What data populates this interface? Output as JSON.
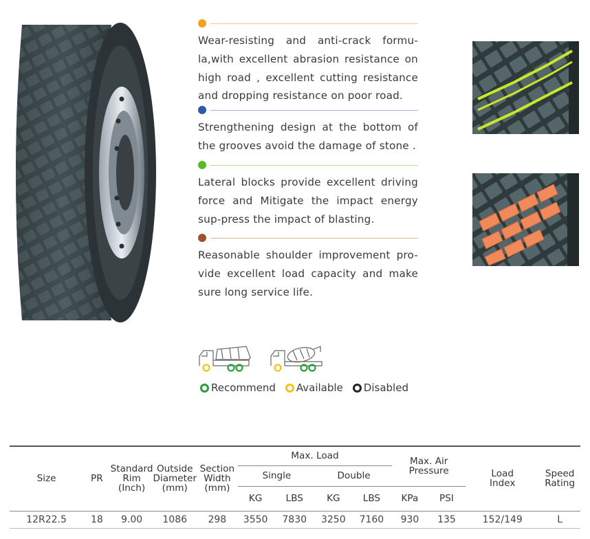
{
  "features": [
    {
      "color": "#f2a31c",
      "text": "Wear-resisting and anti-crack formu-la,with excellent abrasion resistance on high road , excellent cutting resistance and dropping resistance on poor road."
    },
    {
      "color": "#2e5aa8",
      "text": "Strengthening design at the bottom of the grooves avoid the damage of stone ."
    },
    {
      "color": "#5cb82a",
      "text": "Lateral blocks provide excellent driving force and Mitigate the impact energy sup-press the  impact of blasting."
    },
    {
      "color": "#a0522d",
      "text": "Reasonable shoulder improvement pro-vide excellent load capacity and make sure long service  life."
    }
  ],
  "colors": {
    "recommend": "#2a9d3a",
    "available": "#f2c318",
    "disabled": "#222222",
    "tread_highlight_green": "#c8e62a",
    "tread_highlight_orange": "#f08a5a"
  },
  "icons": [
    "tire-icon",
    "dump-truck-icon",
    "mixer-truck-icon"
  ],
  "legend": {
    "recommend": "Recommend",
    "available": "Available",
    "disabled": "Disabled"
  },
  "table": {
    "headers": {
      "size": "Size",
      "pr": "PR",
      "rim_1": "Standard",
      "rim_2": "Rim",
      "rim_3": "(Inch)",
      "od_1": "Outside",
      "od_2": "Diameter",
      "od_3": "(mm)",
      "sw_1": "Section",
      "sw_2": "Width",
      "sw_3": "(mm)",
      "max_load": "Max. Load",
      "single": "Single",
      "double": "Double",
      "kg": "KG",
      "lbs": "LBS",
      "max_air": "Max. Air Pressure",
      "kpa": "KPa",
      "psi": "PSI",
      "li_1": "Load",
      "li_2": "Index",
      "sr_1": "Speed",
      "sr_2": "Rating"
    },
    "rows": [
      {
        "size": "12R22.5",
        "pr": "18",
        "rim": "9.00",
        "od": "1086",
        "sw": "298",
        "single_kg": "3550",
        "single_lbs": "7830",
        "double_kg": "3250",
        "double_lbs": "7160",
        "kpa": "930",
        "psi": "135",
        "load_index": "152/149",
        "speed": "L"
      }
    ]
  }
}
